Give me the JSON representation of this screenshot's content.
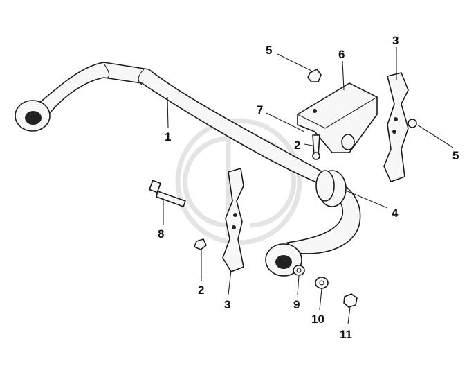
{
  "callouts": {
    "c1": "1",
    "c2a": "2",
    "c2b": "2",
    "c3a": "3",
    "c3b": "3",
    "c4": "4",
    "c5a": "5",
    "c5b": "5",
    "c6": "6",
    "c7": "7",
    "c8": "8",
    "c9": "9",
    "c10": "10",
    "c11": "11"
  },
  "colors": {
    "line": "#1a1a1a",
    "part_fill": "#f7f7f7",
    "watermark": "#c8c8c8"
  },
  "watermark": {
    "icon": "gd-logo-watermark"
  }
}
